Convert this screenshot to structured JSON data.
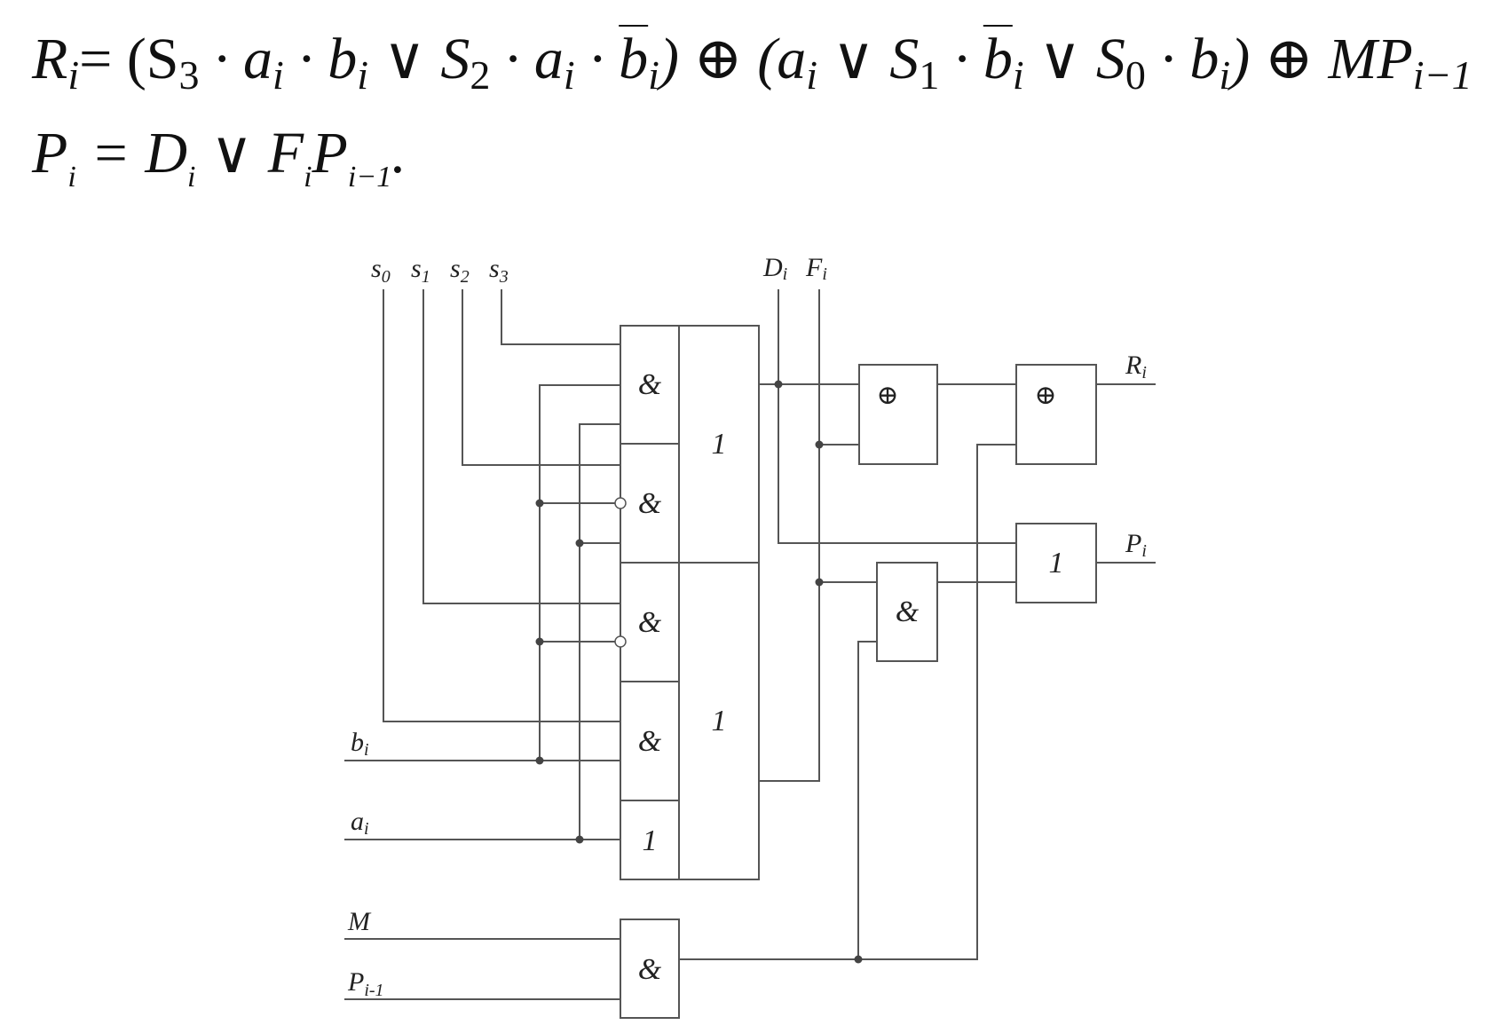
{
  "formulas": {
    "r": {
      "lhs": "R",
      "lhs_sub": "i",
      "t1": "= (S",
      "t1_sub": "3",
      "t2": " · a",
      "t2_sub": "i",
      "t3": " · b",
      "t3_sub": "i",
      "t4": " ∨ S",
      "t4_sub": "2",
      "t5": " · a",
      "t5_sub": "i",
      "t6": " · ",
      "t6_bar": "b",
      "t6_sub": "i",
      "t7": ") ⊕ (a",
      "t7_sub": "i",
      "t8": " ∨ S",
      "t8_sub": "1",
      "t9": " · ",
      "t9_bar": "b",
      "t9_sub": "i",
      "t10": " ∨ S",
      "t10_sub": "0",
      "t11": " · b",
      "t11_sub": "i",
      "t12": ") ⊕ MP",
      "t12_sub": "i−1"
    },
    "p": {
      "lhs": "P",
      "lhs_sub": "i",
      "t1": " = D",
      "t1_sub": "i",
      "t2": " ∨ F",
      "t2_sub": "i",
      "t3": "P",
      "t3_sub": "i−1",
      "end": "."
    }
  },
  "inputs": {
    "s0": {
      "base": "s",
      "sub": "0"
    },
    "s1": {
      "base": "s",
      "sub": "1"
    },
    "s2": {
      "base": "s",
      "sub": "2"
    },
    "s3": {
      "base": "s",
      "sub": "3"
    },
    "d": {
      "base": "D",
      "sub": "i"
    },
    "f": {
      "base": "F",
      "sub": "i"
    },
    "b": {
      "base": "b",
      "sub": "i"
    },
    "a": {
      "base": "a",
      "sub": "i"
    },
    "m": {
      "base": "M"
    },
    "p_prev": {
      "base": "P",
      "sub": "i-1"
    }
  },
  "outputs": {
    "r": {
      "base": "R",
      "sub": "i"
    },
    "p": {
      "base": "P",
      "sub": "i"
    }
  },
  "gates": {
    "and": "&",
    "or": "1",
    "xor": "⊕"
  },
  "style": {
    "line_color": "#555555",
    "text_color": "#222222"
  }
}
